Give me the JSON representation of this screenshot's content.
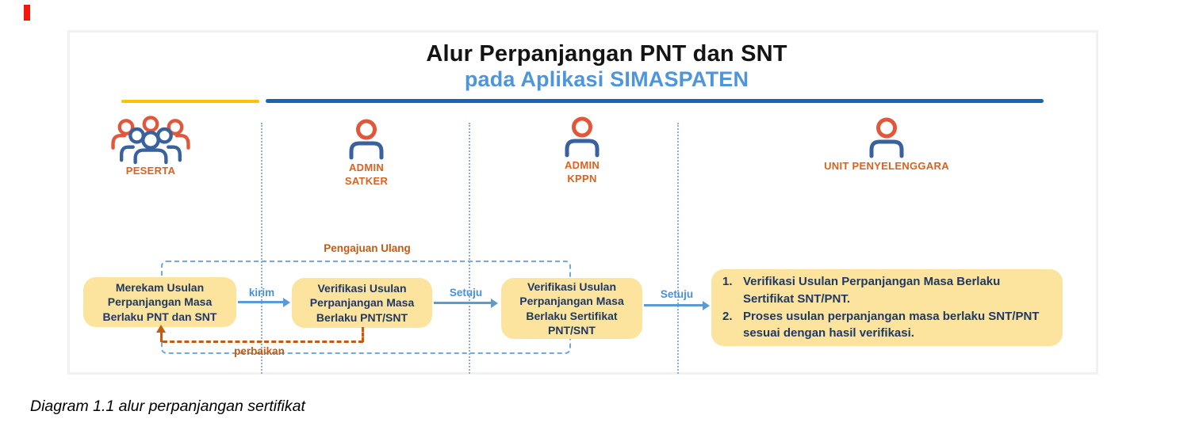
{
  "header": {
    "title": "Alur Perpanjangan PNT dan SNT",
    "subtitle": "pada Aplikasi SIMASPATEN"
  },
  "lanes": [
    {
      "name": "peserta",
      "icon": "people-group-icon",
      "label_lines": [
        "PESERTA"
      ]
    },
    {
      "name": "admin-satker",
      "icon": "person-icon",
      "label_lines": [
        "ADMIN",
        "SATKER"
      ]
    },
    {
      "name": "admin-kppn",
      "icon": "person-icon",
      "label_lines": [
        "ADMIN",
        "KPPN"
      ]
    },
    {
      "name": "unit-penyelenggara",
      "icon": "person-icon",
      "label_lines": [
        "UNIT PENYELENGGARA"
      ]
    }
  ],
  "flow": {
    "boxes": [
      {
        "lines": [
          "Merekam Usulan",
          "Perpanjangan Masa",
          "Berlaku PNT dan SNT"
        ]
      },
      {
        "lines": [
          "Verifikasi Usulan",
          "Perpanjangan Masa",
          "Berlaku PNT/SNT"
        ]
      },
      {
        "lines": [
          "Verifikasi Usulan",
          "Perpanjangan Masa",
          "Berlaku Sertifikat",
          "PNT/SNT"
        ]
      },
      {
        "items": [
          {
            "num": "1.",
            "text": "Verifikasi Usulan Perpanjangan Masa Berlaku Sertifikat SNT/PNT."
          },
          {
            "num": "2.",
            "text": "Proses usulan perpanjangan masa berlaku SNT/PNT sesuai dengan hasil verifikasi."
          }
        ]
      }
    ],
    "arrows": [
      {
        "label": "kirim"
      },
      {
        "label": "Setuju"
      },
      {
        "label": "Setuju"
      }
    ],
    "feedback": {
      "resubmit_label": "Pengajuan Ulang",
      "fix_label": "perbaikan"
    }
  },
  "caption": "Diagram 1.1 alur perpanjangan sertifikat",
  "colors": {
    "subtitle_blue": "#4e95db",
    "underline_yellow": "#ffc103",
    "underline_blue": "#1b63b0",
    "box_fill": "#fce49e",
    "box_text_navy": "#1f3864",
    "arrow_blue": "#5b9bd5",
    "flow_label_blue": "#4a90d9",
    "feedback_orange": "#c55a11",
    "role_label_orange": "#dd611c",
    "icon_orange": "#e2573b",
    "icon_blue": "#38619e"
  }
}
